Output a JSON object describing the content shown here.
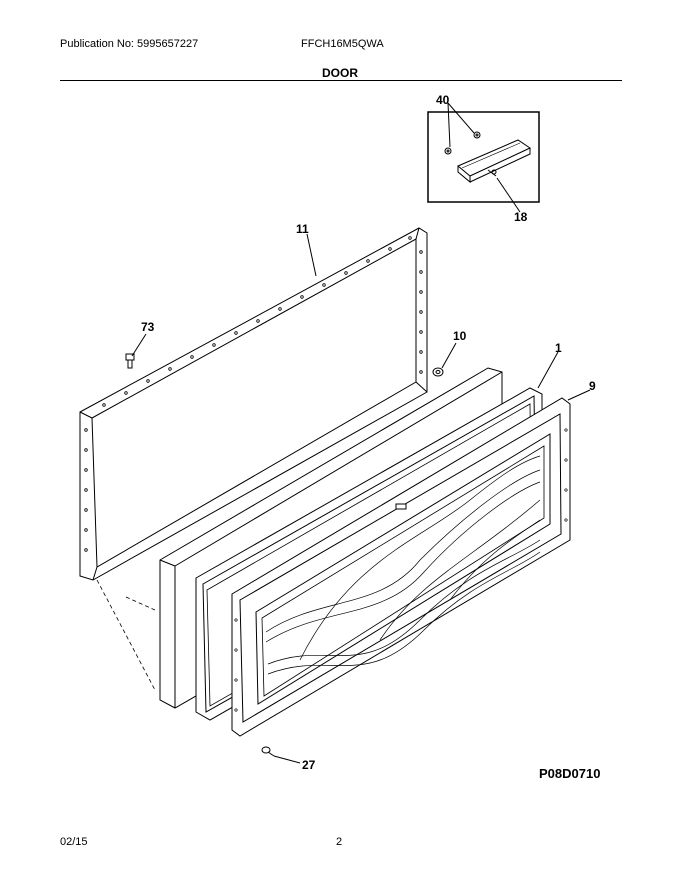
{
  "header": {
    "publication": "Publication No: 5995657227",
    "model": "FFCH16M5QWA",
    "section_title": "DOOR"
  },
  "callouts": [
    "40",
    "18",
    "11",
    "73",
    "10",
    "1",
    "9",
    "27"
  ],
  "drawing_id": "P08D0710",
  "footer": {
    "date": "02/15",
    "page": "2"
  }
}
